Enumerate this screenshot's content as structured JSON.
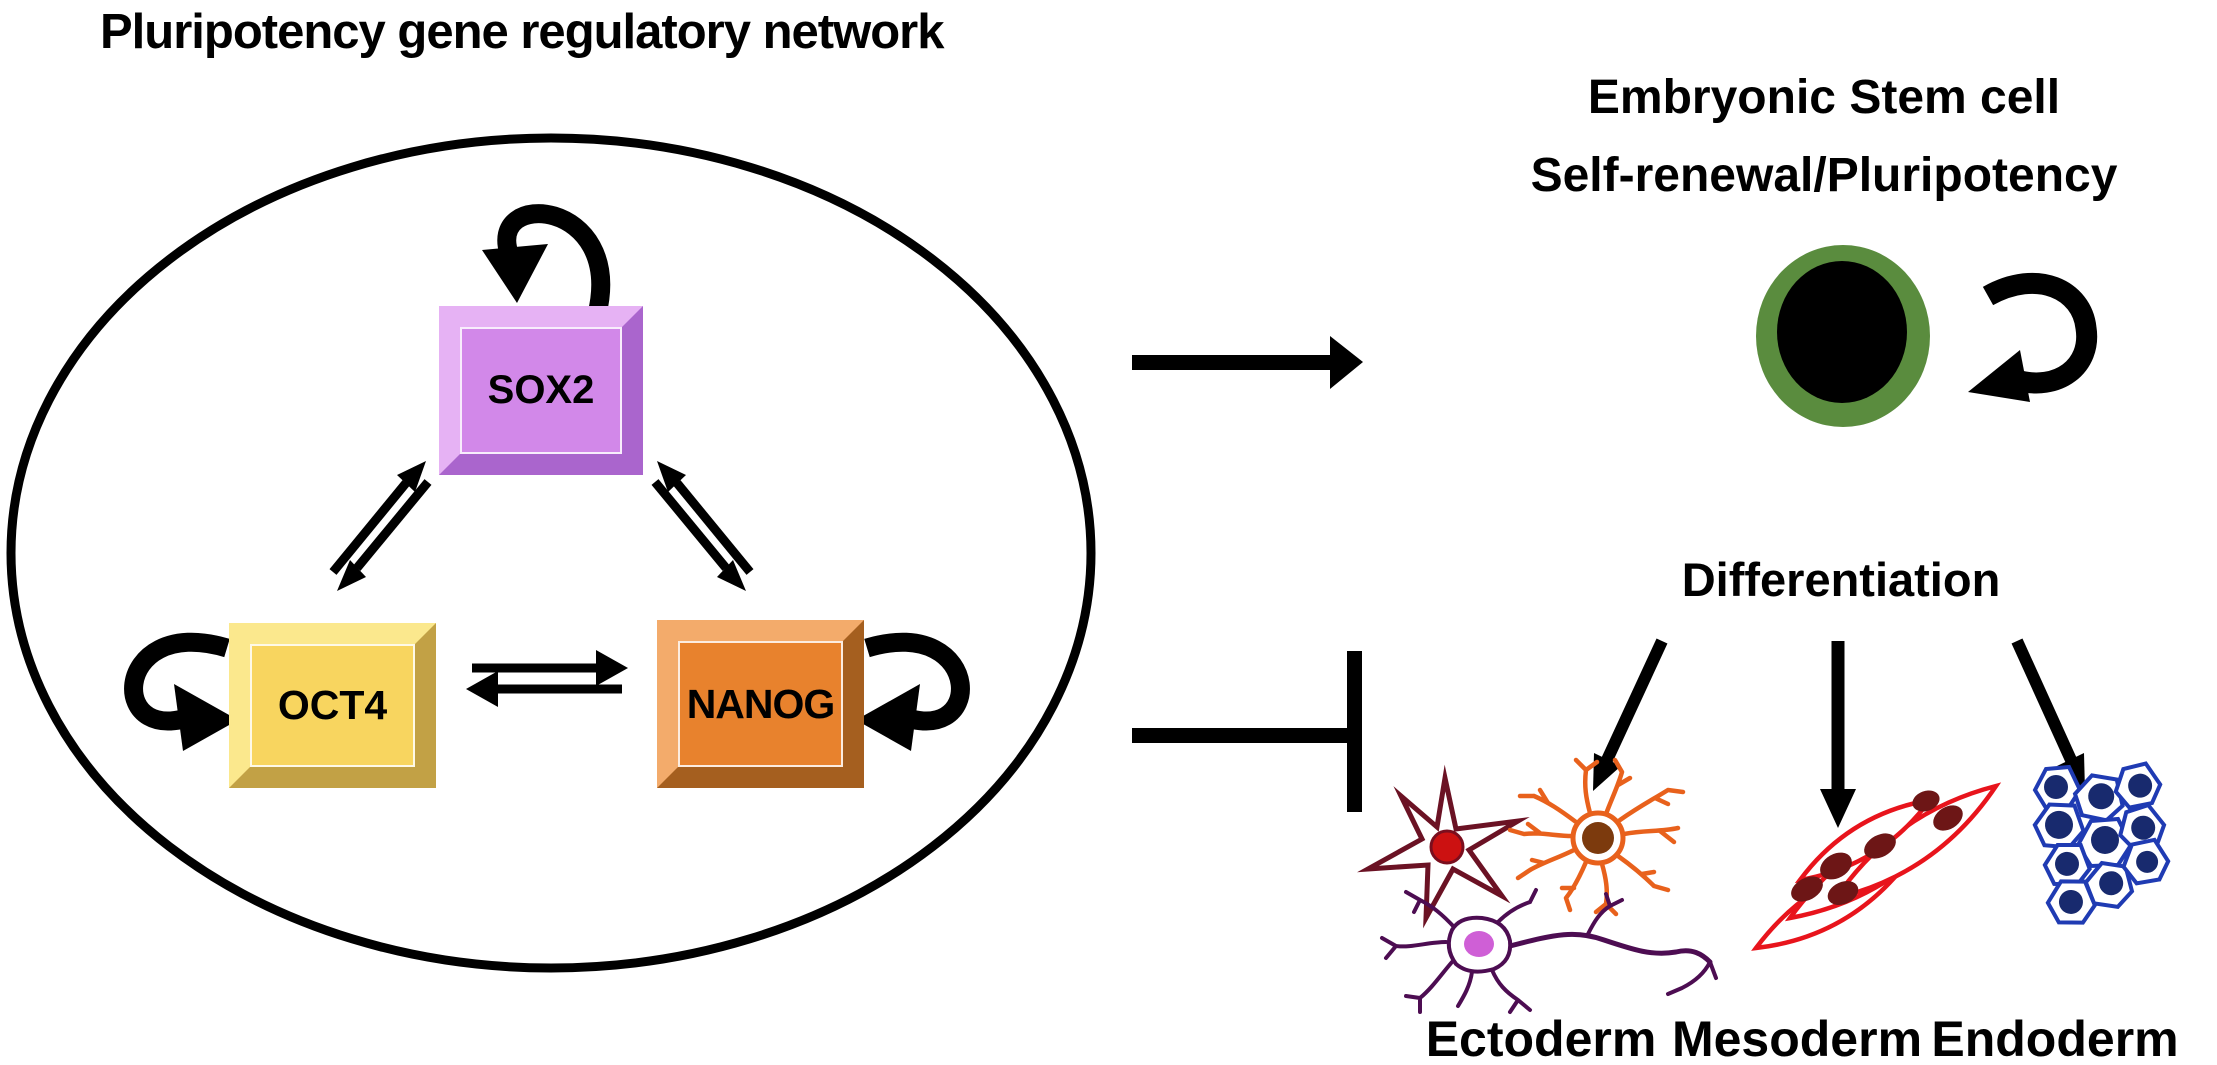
{
  "title": "Pluripotency gene regulatory network",
  "network": {
    "genes": [
      {
        "id": "sox2",
        "label": "SOX2"
      },
      {
        "id": "oct4",
        "label": "OCT4"
      },
      {
        "id": "nanog",
        "label": "NANOG"
      }
    ]
  },
  "esc": {
    "line1": "Embryonic Stem cell",
    "line2": "Self-renewal/Pluripotency"
  },
  "differentiation_label": "Differentiation",
  "germ_layers": [
    {
      "label": "Ectoderm"
    },
    {
      "label": "Mesoderm"
    },
    {
      "label": "Endoderm"
    }
  ],
  "icons": {
    "stem_cell": "stem-cell-icon",
    "self_renewal": "self-renewal-arrow-icon",
    "gene_self_loop": "self-activation-loop-icon",
    "mutual_regulation": "double-arrow-icon",
    "activation": "activation-arrow-icon",
    "inhibition": "inhibition-bar-icon",
    "ectoderm_cells": "neural-cells-icon",
    "mesoderm_cells": "muscle-cells-icon",
    "endoderm_cells": "epithelial-cells-icon"
  },
  "colors": {
    "ink": "#000000",
    "sox2-fill": "#d288e9",
    "sox2-light": "#e6b2f4",
    "sox2-dark": "#aa65cd",
    "oct4-fill": "#f8d55f",
    "oct4-light": "#fbe88d",
    "oct4-dark": "#c2a145",
    "nanog-fill": "#e8822d",
    "nanog-light": "#f3ab6b",
    "nanog-dark": "#a55f1f",
    "stem-ring": "#5a8c3e",
    "ecto-outline": "#6b1224",
    "ecto-nucleus": "#cc1111",
    "glia": "#e8611c",
    "glia-nucleus": "#7c3a0d",
    "neuron": "#4d0d52",
    "neuron-nucleus": "#cf5fd6",
    "meso": "#e8141c",
    "meso-nucleus": "#6d1616",
    "endo": "#1f3bb3",
    "endo-nucleus": "#182a6e"
  }
}
